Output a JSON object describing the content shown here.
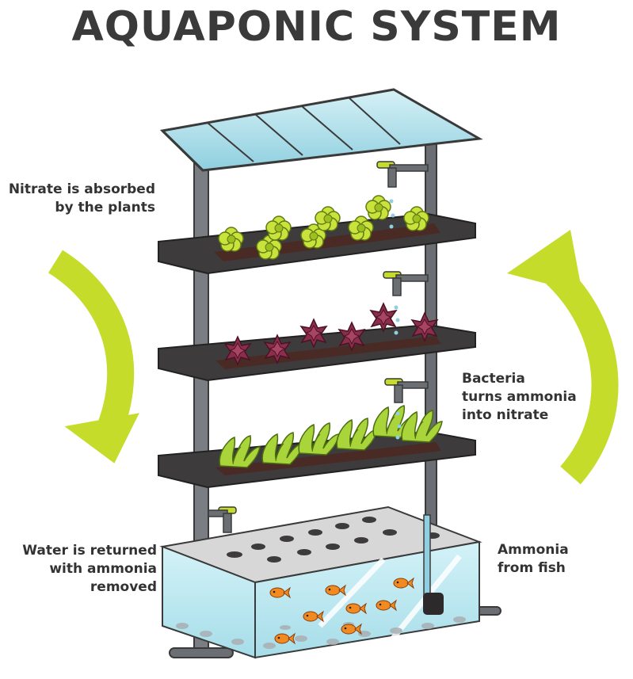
{
  "title": "AQUAPONIC SYSTEM",
  "labels": {
    "nitrate": [
      "Nitrate is absorbed",
      "by the plants"
    ],
    "bacteria": [
      "Bacteria",
      "turns ammonia",
      "into nitrate"
    ],
    "water": [
      "Water is returned",
      "with ammonia",
      "removed"
    ],
    "ammonia": [
      "Ammonia",
      "from fish"
    ]
  },
  "colors": {
    "arrow": "#c5dc2a",
    "shelf": "#3e3b3c",
    "frame": "#6b6e72",
    "roof": "#a9dce8",
    "water": "#bfe9f2",
    "soil": "#4a2a24",
    "fish": "#f08a24",
    "leaf_top": "#bfdc2e",
    "leaf_mid": "#7a2840",
    "leaf_bottom": "#a6cf2f"
  }
}
